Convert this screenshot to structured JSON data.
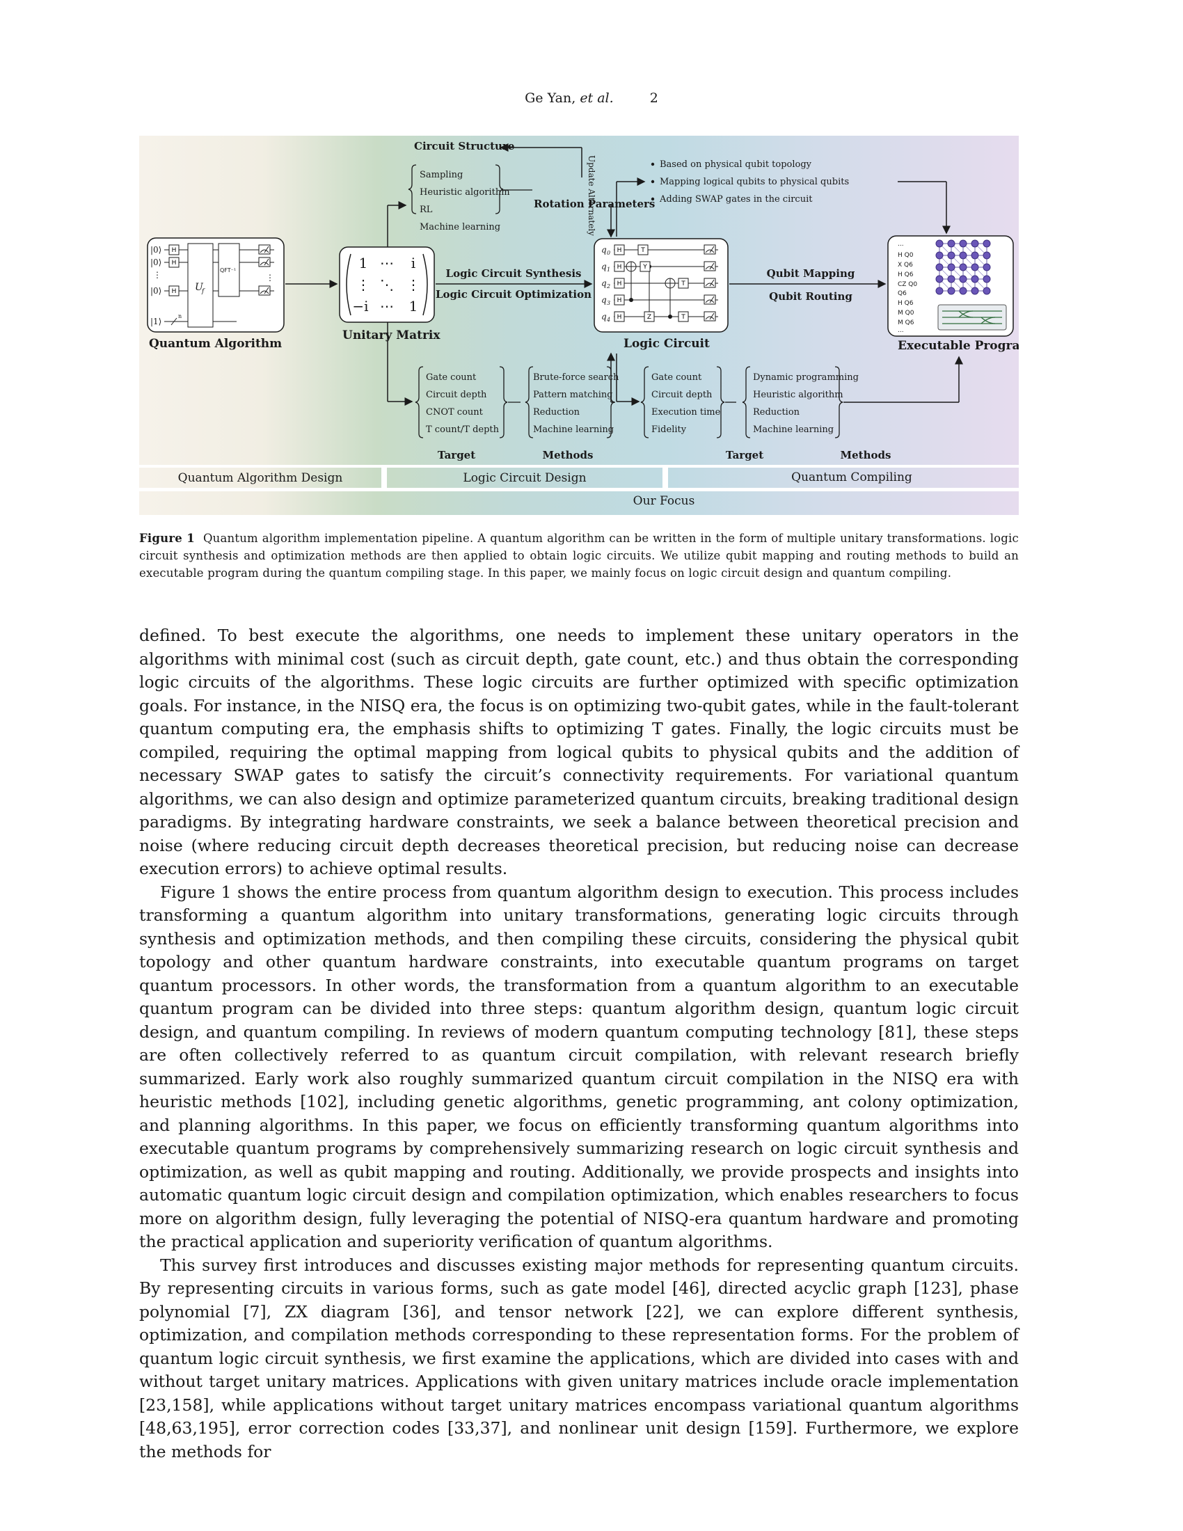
{
  "header": {
    "author": "Ge Yan,",
    "etal": "et al.",
    "page": "2"
  },
  "figure": {
    "circuit_structure": "Circuit Structure",
    "update_alternately": "Update Alternately",
    "structure_methods": [
      "Sampling",
      "Heuristic algorithm",
      "RL",
      "Machine learning"
    ],
    "rotation_parameters": "Rotation Parameters",
    "mapping_bullets": [
      "Based on physical qubit topology",
      "Mapping logical qubits to physical qubits",
      "Adding SWAP gates in the circuit"
    ],
    "quantum_algorithm": "Quantum Algorithm",
    "qa_kets": [
      "|0⟩",
      "|0⟩",
      "⋮",
      "|0⟩",
      "|1⟩"
    ],
    "qa_uf": "U",
    "qa_uf_sub": "f",
    "qa_qft": "QFT⁻¹",
    "qa_n": "n",
    "unitary_matrix": "Unitary Matrix",
    "matrix": [
      "1",
      "⋯",
      "i",
      "⋮",
      "⋱",
      "⋮",
      "−i",
      "⋯",
      "1"
    ],
    "synthesis": "Logic Circuit Synthesis",
    "optimization": "Logic Circuit Optimization",
    "logic_circuit": "Logic Circuit",
    "qubits": [
      "q",
      "q",
      "q",
      "q",
      "q"
    ],
    "qubit_subs": [
      "0",
      "1",
      "2",
      "3",
      "4"
    ],
    "gates": {
      "h": "H",
      "t": "T",
      "y": "Y",
      "z": "Z"
    },
    "qubit_mapping": "Qubit Mapping",
    "qubit_routing": "Qubit Routing",
    "executable_program": "Executable Program",
    "program_lines": [
      "...",
      "H Q0",
      "X Q6",
      "H Q6",
      "CZ Q0",
      "Q6",
      "H Q6",
      "M Q0",
      "M Q6",
      "..."
    ],
    "lcd_targets": [
      "Gate count",
      "Circuit depth",
      "CNOT count",
      "T count/T depth"
    ],
    "lcd_methods": [
      "Brute-force search",
      "Pattern matching",
      "Reduction",
      "Machine learning"
    ],
    "qc_targets": [
      "Gate count",
      "Circuit depth",
      "Execution time",
      "Fidelity"
    ],
    "qc_methods": [
      "Dynamic programming",
      "Heuristic algorithm",
      "Reduction",
      "Machine learning"
    ],
    "target_label": "Target",
    "methods_label": "Methods",
    "stage_qad": "Quantum Algorithm Design",
    "stage_lcd": "Logic Circuit Design",
    "stage_qc": "Quantum Compiling",
    "our_focus": "Our Focus"
  },
  "caption": {
    "label": "Figure 1",
    "text": "Quantum algorithm implementation pipeline. A quantum algorithm can be written in the form of multiple unitary transformations. logic circuit synthesis and optimization methods are then applied to obtain logic circuits. We utilize qubit mapping and routing methods to build an executable program during the quantum compiling stage. In this paper, we mainly focus on logic circuit design and quantum compiling."
  },
  "body": [
    "defined. To best execute the algorithms, one needs to implement these unitary operators in the algorithms with minimal cost (such as circuit depth, gate count, etc.) and thus obtain the corresponding logic circuits of the algorithms. These logic circuits are further optimized with specific optimization goals. For instance, in the NISQ era, the focus is on optimizing two-qubit gates, while in the fault-tolerant quantum computing era, the emphasis shifts to optimizing T gates. Finally, the logic circuits must be compiled, requiring the optimal mapping from logical qubits to physical qubits and the addition of necessary SWAP gates to satisfy the circuit’s connectivity requirements. For variational quantum algorithms, we can also design and optimize parameterized quantum circuits, breaking traditional design paradigms. By integrating hardware constraints, we seek a balance between theoretical precision and noise (where reducing circuit depth decreases theoretical precision, but reducing noise can decrease execution errors) to achieve optimal results.",
    "Figure 1 shows the entire process from quantum algorithm design to execution. This process includes transforming a quantum algorithm into unitary transformations, generating logic circuits through synthesis and optimization methods, and then compiling these circuits, considering the physical qubit topology and other quantum hardware constraints, into executable quantum programs on target quantum processors. In other words, the transformation from a quantum algorithm to an executable quantum program can be divided into three steps: quantum algorithm design, quantum logic circuit design, and quantum compiling. In reviews of modern quantum computing technology [81], these steps are often collectively referred to as quantum circuit compilation, with relevant research briefly summarized. Early work also roughly summarized quantum circuit compilation in the NISQ era with heuristic methods [102], including genetic algorithms, genetic programming, ant colony optimization, and planning algorithms. In this paper, we focus on efficiently transforming quantum algorithms into executable quantum programs by comprehensively summarizing research on logic circuit synthesis and optimization, as well as qubit mapping and routing. Additionally, we provide prospects and insights into automatic quantum logic circuit design and compilation optimization, which enables researchers to focus more on algorithm design, fully leveraging the potential of NISQ-era quantum hardware and promoting the practical application and superiority verification of quantum algorithms.",
    "This survey first introduces and discusses existing major methods for representing quantum circuits. By representing circuits in various forms, such as gate model [46], directed acyclic graph [123], phase polynomial [7], ZX diagram [36], and tensor network [22], we can explore different synthesis, optimization, and compilation methods corresponding to these representation forms. For the problem of quantum logic circuit synthesis, we first examine the applications, which are divided into cases with and without target unitary matrices. Applications with given unitary matrices include oracle implementation [23,158], while applications without target unitary matrices encompass variational quantum algorithms [48,63,195], error correction codes [33,37], and nonlinear unit design [159]. Furthermore, we explore the methods for"
  ]
}
